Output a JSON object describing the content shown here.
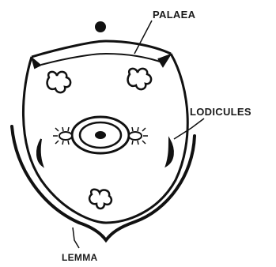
{
  "labels": {
    "palea": "PALAEA",
    "lodicules": "LODICULES",
    "lemma": "LEMMA"
  },
  "colors": {
    "ink": "#111111",
    "background": "#ffffff"
  }
}
